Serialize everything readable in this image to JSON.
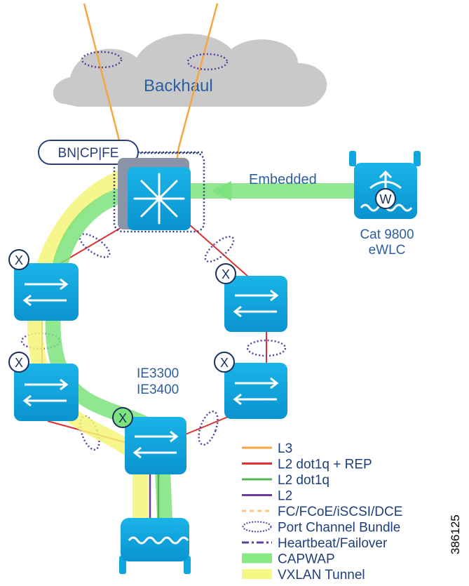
{
  "cloud": {
    "label": "Backhaul"
  },
  "border_node": {
    "label": "BN|CP|FE"
  },
  "links": {
    "embedded_label": "Embedded"
  },
  "controller": {
    "name_line1": "Cat 9800",
    "name_line2": "eWLC",
    "badge": "W"
  },
  "ring": {
    "label_line1": "IE3300",
    "label_line2": "IE3400"
  },
  "badges": {
    "x": "X"
  },
  "legend": [
    {
      "label": "L3",
      "color": "#f7a541",
      "style": "solid"
    },
    {
      "label": "L2 dot1q + REP",
      "color": "#e0312e",
      "style": "solid"
    },
    {
      "label": "L2 dot1q",
      "color": "#52b553",
      "style": "solid"
    },
    {
      "label": "L2",
      "color": "#6a3d9a",
      "style": "solid"
    },
    {
      "label": "FC/FCoE/iSCSI/DCE",
      "color": "#f9c98a",
      "style": "dashed"
    },
    {
      "label": "Port Channel Bundle",
      "color": "#5b3fa0",
      "style": "ellipse"
    },
    {
      "label": "Heartbeat/Failover",
      "color": "#5b3fa0",
      "style": "dashdot"
    },
    {
      "label": "CAPWAP",
      "color": "#86e986",
      "style": "thick"
    },
    {
      "label": "VXLAN Tunnel",
      "color": "#f7f784",
      "style": "thick"
    }
  ],
  "figure_id": "386125"
}
